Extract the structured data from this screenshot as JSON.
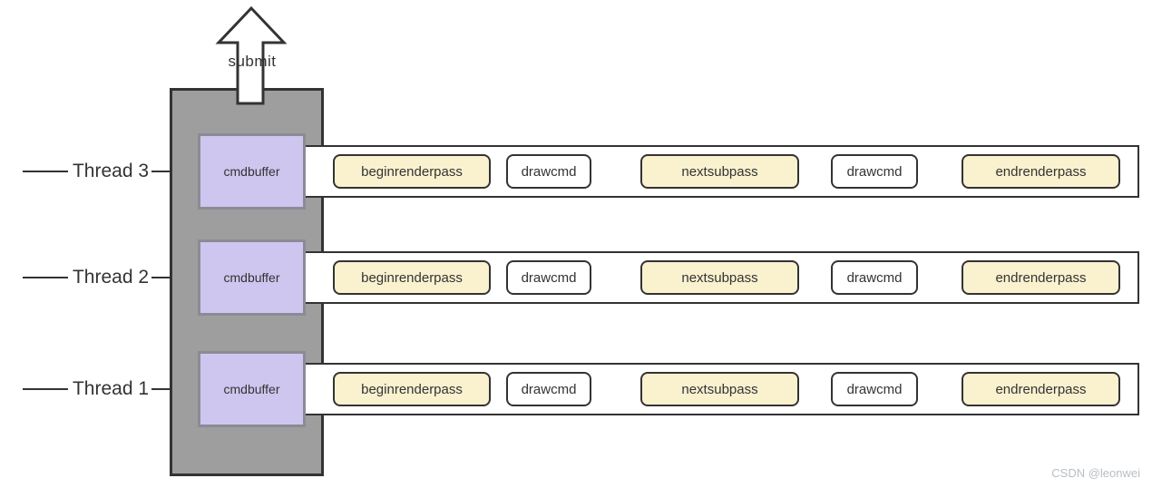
{
  "submit": {
    "label": "submit"
  },
  "threads": [
    {
      "name": "Thread 3",
      "buffer": "cmdbuffer",
      "commands": [
        {
          "label": "beginrenderpass",
          "kind": "renderpass"
        },
        {
          "label": "drawcmd",
          "kind": "draw"
        },
        {
          "label": "nextsubpass",
          "kind": "renderpass"
        },
        {
          "label": "drawcmd",
          "kind": "draw"
        },
        {
          "label": "endrenderpass",
          "kind": "renderpass"
        }
      ]
    },
    {
      "name": "Thread 2",
      "buffer": "cmdbuffer",
      "commands": [
        {
          "label": "beginrenderpass",
          "kind": "renderpass"
        },
        {
          "label": "drawcmd",
          "kind": "draw"
        },
        {
          "label": "nextsubpass",
          "kind": "renderpass"
        },
        {
          "label": "drawcmd",
          "kind": "draw"
        },
        {
          "label": "endrenderpass",
          "kind": "renderpass"
        }
      ]
    },
    {
      "name": "Thread 1",
      "buffer": "cmdbuffer",
      "commands": [
        {
          "label": "beginrenderpass",
          "kind": "renderpass"
        },
        {
          "label": "drawcmd",
          "kind": "draw"
        },
        {
          "label": "nextsubpass",
          "kind": "renderpass"
        },
        {
          "label": "drawcmd",
          "kind": "draw"
        },
        {
          "label": "endrenderpass",
          "kind": "renderpass"
        }
      ]
    }
  ],
  "watermark": "CSDN @leonwei",
  "colors": {
    "outline": "#333333",
    "queue_fill": "#9e9e9e",
    "buffer_fill": "#cec6ef",
    "buffer_border": "#8b8b95",
    "pass_fill": "#faf1cf",
    "cmd_fill": "#ffffff",
    "text": "#333333",
    "watermark": "#b9bec4"
  }
}
